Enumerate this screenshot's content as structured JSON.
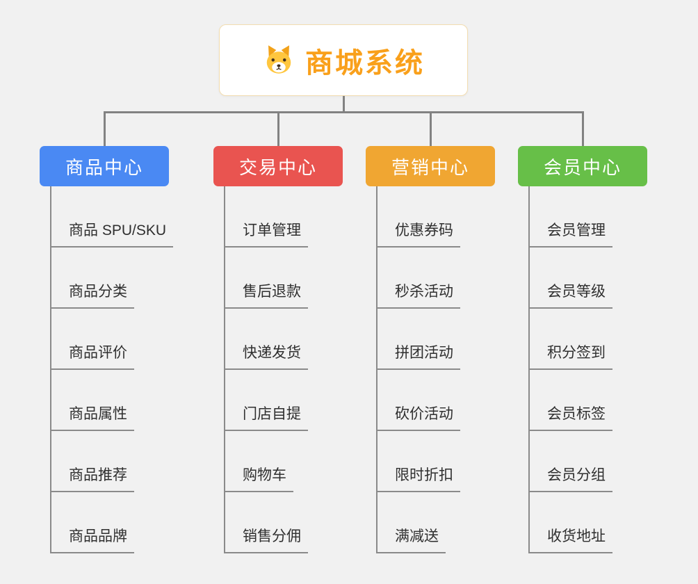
{
  "root": {
    "title": "商城系统",
    "icon": "dog-face-icon"
  },
  "branches": [
    {
      "label": "商品中心",
      "color": "#4a89f3",
      "children": [
        "商品 SPU/SKU",
        "商品分类",
        "商品评价",
        "商品属性",
        "商品推荐",
        "商品品牌"
      ]
    },
    {
      "label": "交易中心",
      "color": "#e95450",
      "children": [
        "订单管理",
        "售后退款",
        "快递发货",
        "门店自提",
        "购物车",
        "销售分佣"
      ]
    },
    {
      "label": "营销中心",
      "color": "#f0a632",
      "children": [
        "优惠券码",
        "秒杀活动",
        "拼团活动",
        "砍价活动",
        "限时折扣",
        "满减送"
      ]
    },
    {
      "label": "会员中心",
      "color": "#67bf48",
      "children": [
        "会员管理",
        "会员等级",
        "积分签到",
        "会员标签",
        "会员分组",
        "收货地址"
      ]
    }
  ],
  "colors": {
    "root_title": "#f9a01b",
    "branch_blue": "#4a89f3",
    "branch_red": "#e95450",
    "branch_orange": "#f0a632",
    "branch_green": "#67bf48",
    "connector_gray": "#828282",
    "background": "#f1f1f1"
  }
}
